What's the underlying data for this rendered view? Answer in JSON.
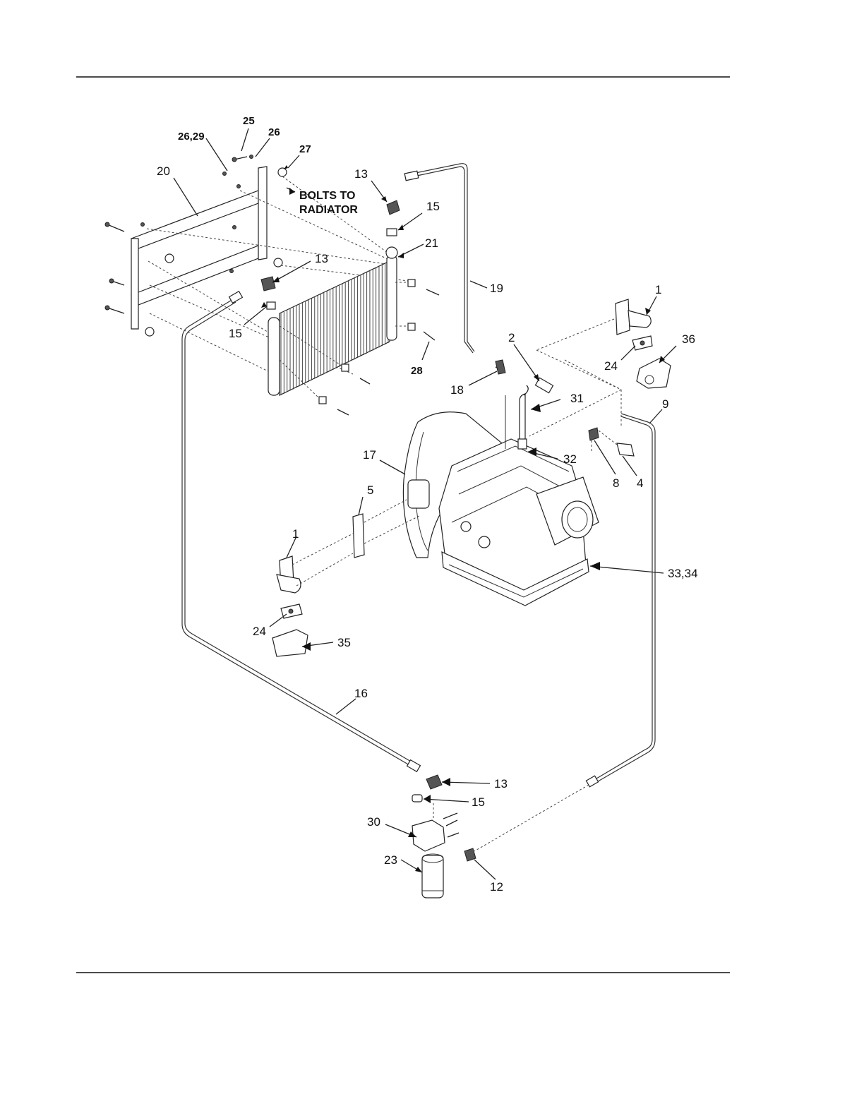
{
  "labels": {
    "n25": "25",
    "n26a": "26",
    "n26_29": "26,29",
    "n27": "27",
    "n20": "20",
    "n13a": "13",
    "n15a": "15",
    "n21": "21",
    "n13b": "13",
    "n15b": "15",
    "n19": "19",
    "n28": "28",
    "n1a": "1",
    "n36": "36",
    "n24a": "24",
    "n2": "2",
    "n18": "18",
    "n31": "31",
    "n9": "9",
    "n17": "17",
    "n32": "32",
    "n8": "8",
    "n4": "4",
    "n5": "5",
    "n1b": "1",
    "n33_34": "33,34",
    "n24b": "24",
    "n35": "35",
    "n16": "16",
    "n13c": "13",
    "n15c": "15",
    "n30": "30",
    "n23": "23",
    "n12": "12"
  },
  "note": {
    "line1": "BOLTS TO",
    "line2": "RADIATOR"
  }
}
